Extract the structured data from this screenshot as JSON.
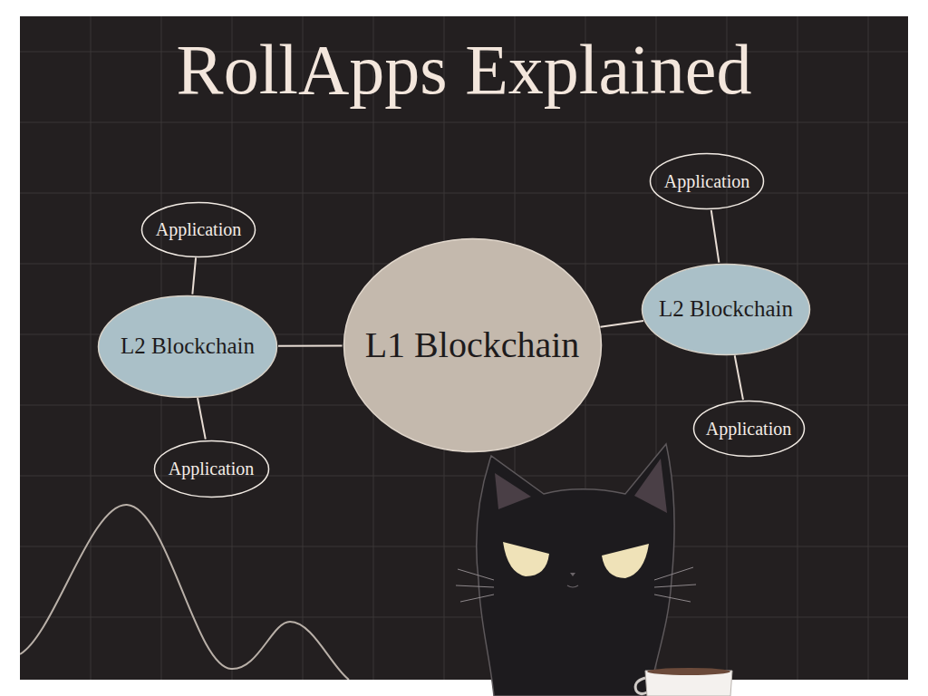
{
  "diagram": {
    "title": "RollApps Explained",
    "nodes": [
      {
        "text": [
          "Application"
        ]
      },
      {
        "text": [
          "L2 Blockchain"
        ]
      },
      {
        "text": [
          "Application"
        ]
      },
      {
        "text": [
          "L1 Blockchain"
        ]
      },
      {
        "text": [
          "Application"
        ]
      },
      {
        "text": [
          "L2 Blockchain"
        ]
      },
      {
        "text": [
          "Application"
        ]
      }
    ],
    "edges": [
      {
        "from": 3,
        "to": 1,
        "arrow": "none"
      },
      {
        "from": 3,
        "to": 5,
        "arrow": "none"
      },
      {
        "from": 1,
        "to": 0,
        "arrow": "none"
      },
      {
        "from": 1,
        "to": 2,
        "arrow": "none"
      },
      {
        "from": 5,
        "to": 4,
        "arrow": "none"
      },
      {
        "from": 5,
        "to": 6,
        "arrow": "none"
      }
    ]
  }
}
